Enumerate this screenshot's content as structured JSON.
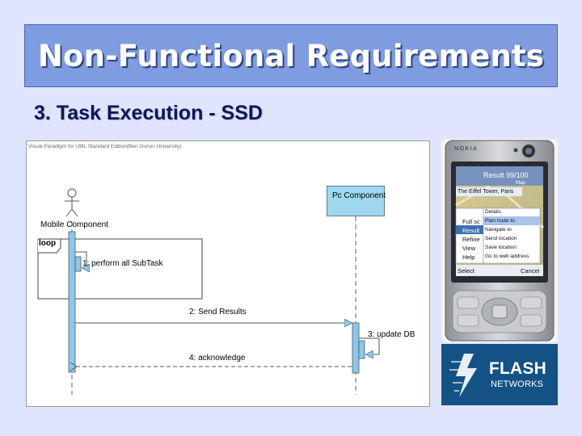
{
  "slide": {
    "title": "Non-Functional Requirements",
    "subtitle": "3. Task Execution - SSD"
  },
  "diagram": {
    "caption": "Visual Paradigm for UML Standard Edition(Ben Gurion University)",
    "lifelines": {
      "actor": "Mobile Component",
      "system": "Pc Component"
    },
    "fragment": "loop",
    "messages": [
      "1: perform  all SubTask",
      "2: Send Results",
      "3: update DB",
      "4: acknowledge"
    ]
  },
  "phone": {
    "brand": "NOKIA",
    "screen_title": "Result 99/100",
    "map_label": "Map",
    "place": "The Eiffel Tower, Paris",
    "left_items": [
      "Full sc",
      "Result",
      "Refine",
      "View",
      "Help"
    ],
    "menu": [
      "Details",
      "Plan route to",
      "Navigate to",
      "Send location",
      "Save location",
      "Go to web address"
    ],
    "softkey_left": "Select",
    "softkey_right": "Cancel"
  },
  "logo": {
    "line1": "FLASH",
    "line2": "NETWORKS"
  },
  "colors": {
    "background": "#dfe5fd",
    "title_bar": "#7f9ce0",
    "lifeline_box": "#9fd7ee",
    "activation": "#8ac8ea",
    "logo_bg": "#145285"
  }
}
